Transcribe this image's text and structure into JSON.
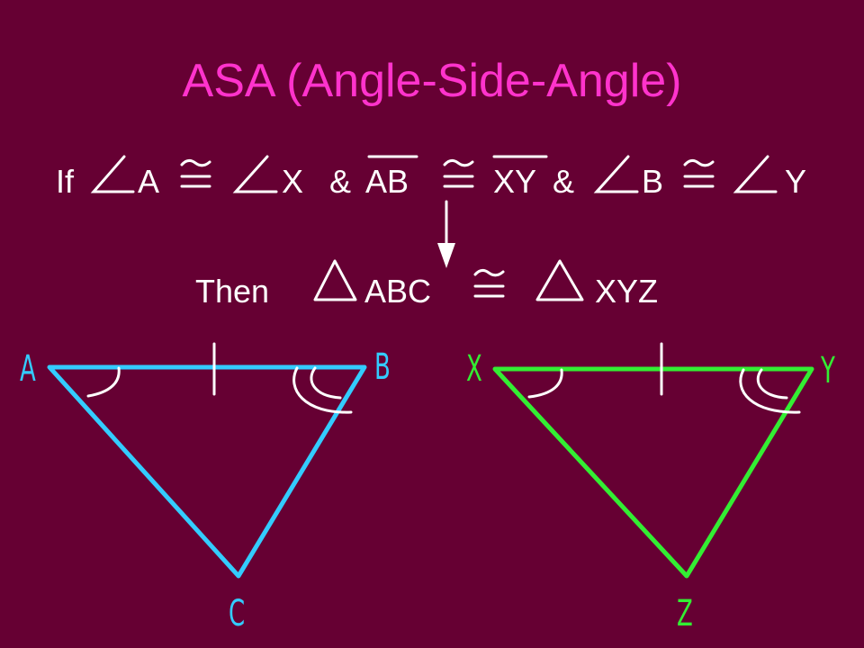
{
  "title": "ASA (Angle-Side-Angle)",
  "hypothesis": {
    "if": "If",
    "angle1": "A",
    "angle2": "X",
    "amp1": "&",
    "seg1": "AB",
    "seg2": "XY",
    "amp2": "&",
    "angle3": "B",
    "angle4": "Y"
  },
  "conclusion": {
    "then": "Then",
    "tri1": "ABC",
    "tri2": "XYZ"
  },
  "triangle1": {
    "color": "#33ccff",
    "vertices": [
      "A",
      "B",
      "C"
    ]
  },
  "triangle2": {
    "color": "#33ee33",
    "vertices": [
      "X",
      "Y",
      "Z"
    ]
  },
  "colors": {
    "background": "#660033",
    "title": "#ff33cc",
    "text": "#ffffff"
  }
}
